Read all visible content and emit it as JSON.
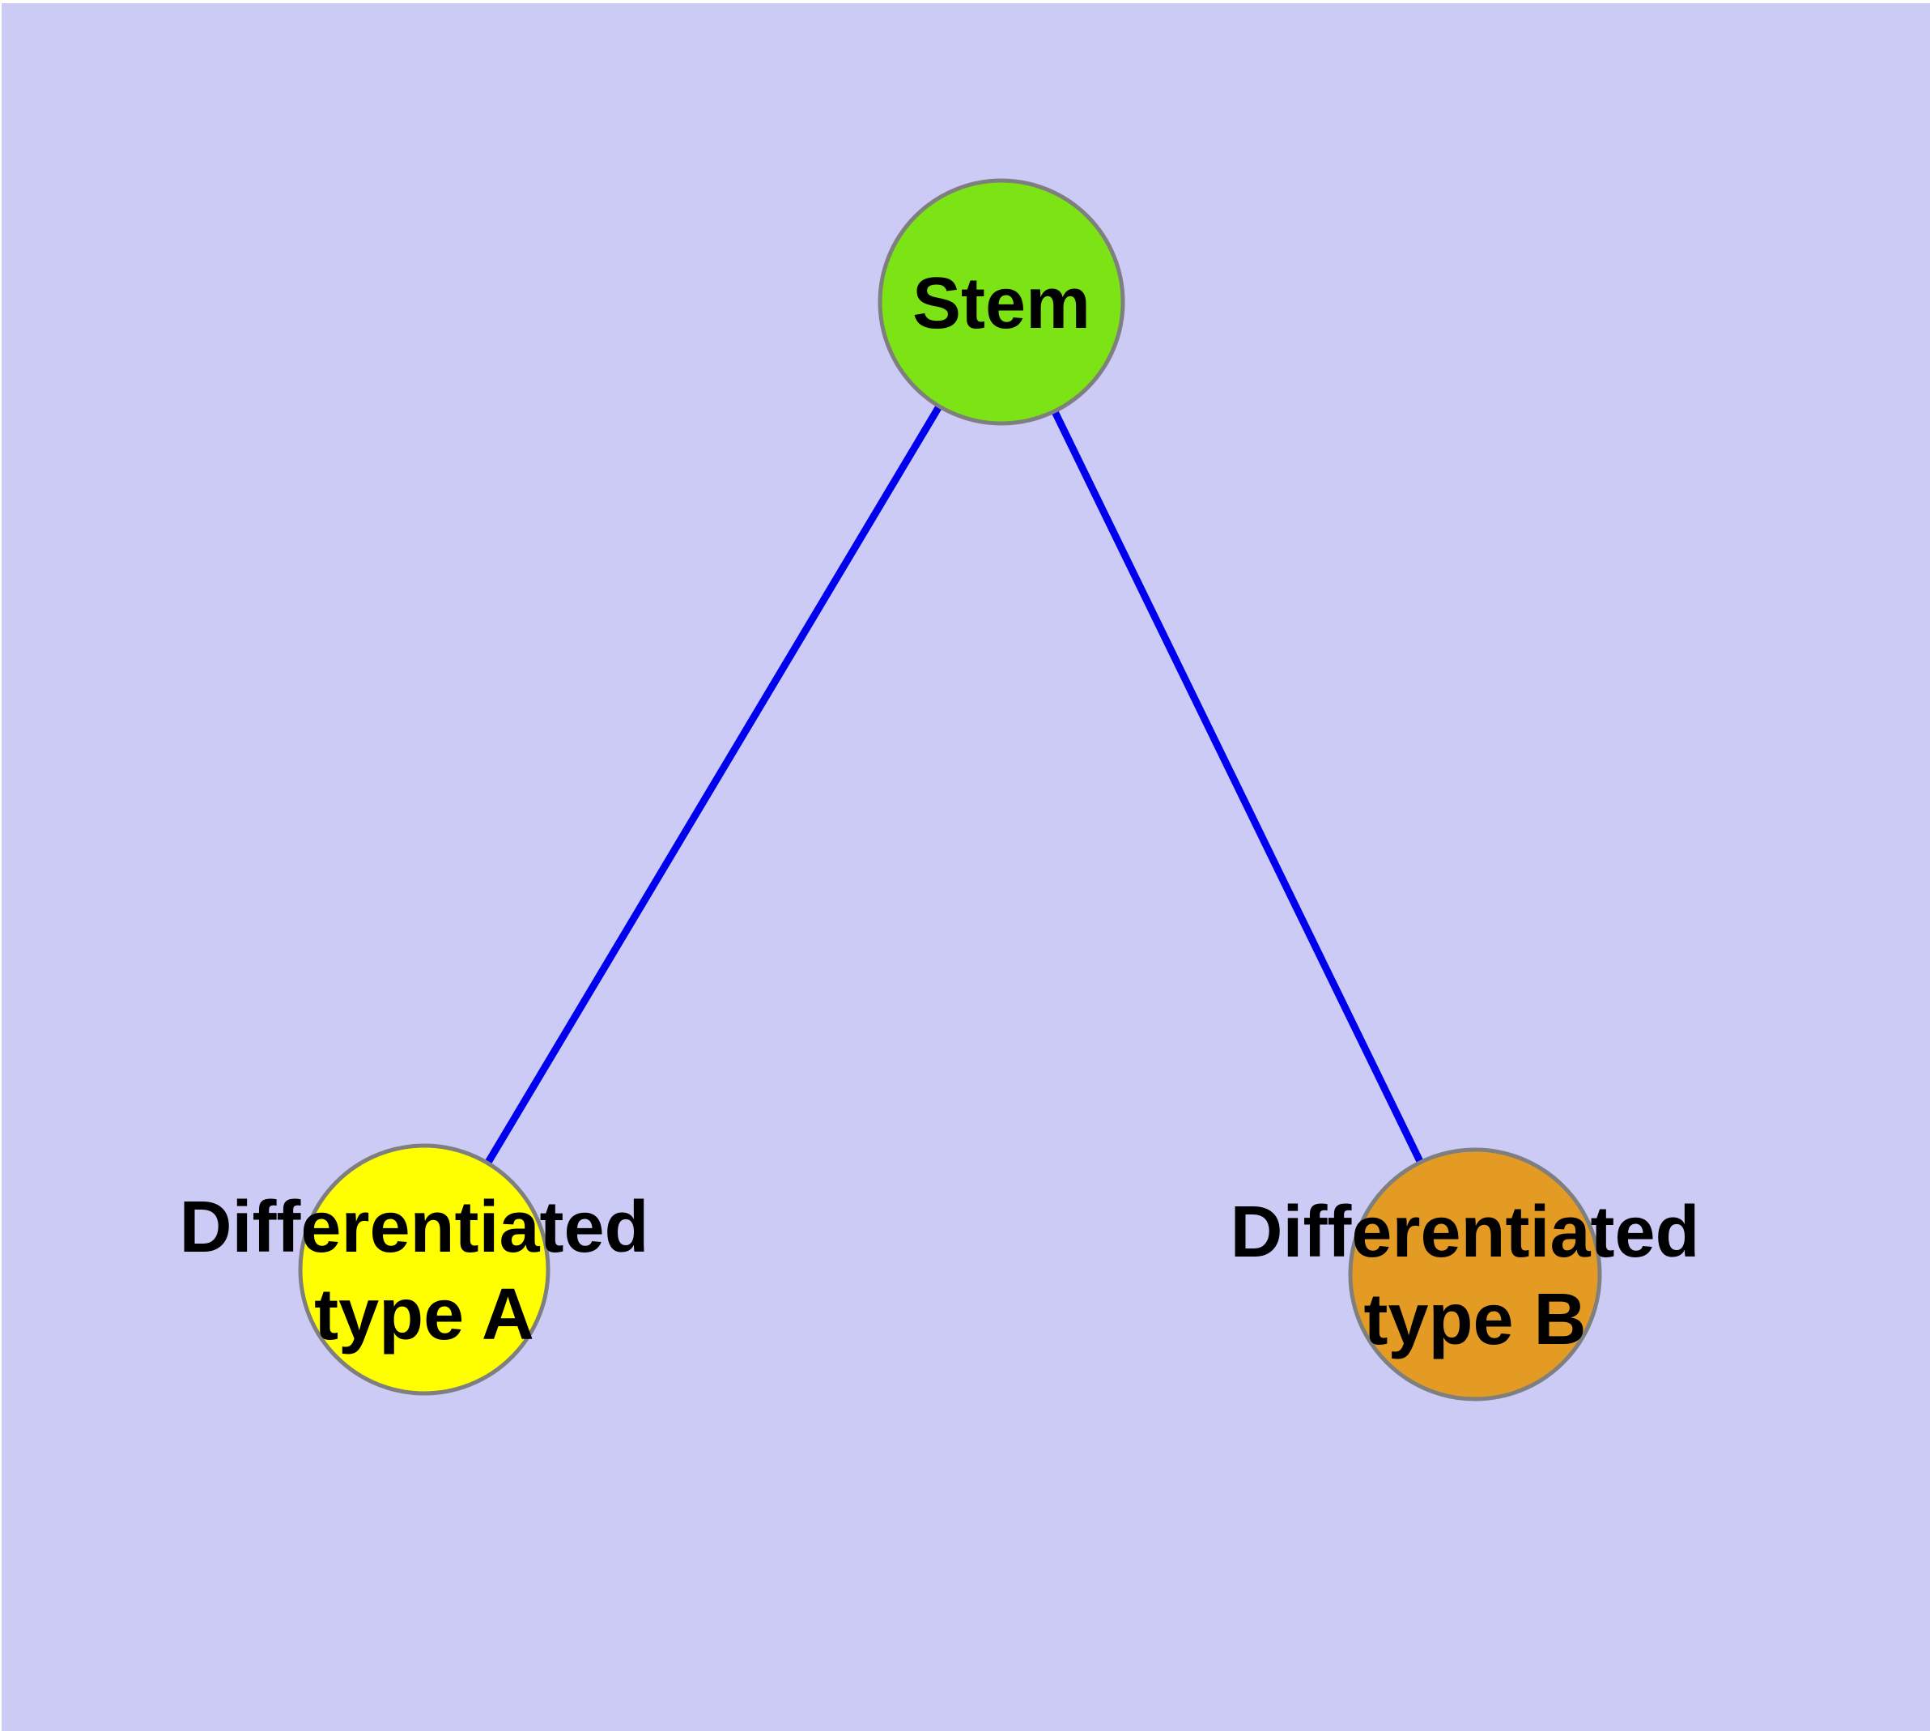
{
  "diagram": {
    "type": "node-link-graph",
    "description": "Cell differentiation hierarchy: one stem node with two differentiated daughter types",
    "background_color": "#CBCBF5",
    "edge_color": "#0000EE",
    "node_border_color": "#7F7F7F",
    "label_color": "#000000",
    "nodes": [
      {
        "id": "stem",
        "label": "Stem",
        "label_lines": [
          "Stem"
        ],
        "fill": "#7CE414"
      },
      {
        "id": "differentiated-type-a",
        "label": "Differentiated type A",
        "label_lines": [
          "Differentiated",
          "type A"
        ],
        "fill": "#FFFF00"
      },
      {
        "id": "differentiated-type-b",
        "label": "Differentiated type B",
        "label_lines": [
          "Differentiated",
          "type B"
        ],
        "fill": "#E49B23"
      }
    ],
    "edges": [
      {
        "from": "Stem",
        "to": "Differentiated type A"
      },
      {
        "from": "Stem",
        "to": "Differentiated type B"
      }
    ]
  }
}
